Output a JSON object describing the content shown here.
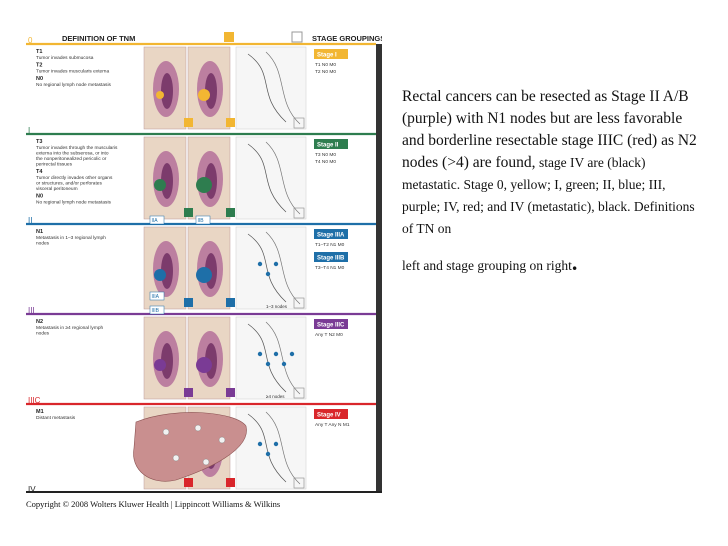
{
  "figure": {
    "header_left": "DEFINITION OF TNM",
    "header_right": "STAGE GROUPINGS",
    "stage_markers": [
      "0",
      "I",
      "II",
      "III",
      "IIIC",
      "IV"
    ],
    "rows": [
      {
        "color": "#f2b632",
        "definitions": [
          {
            "code": "T1",
            "text": "Tumor invades submucosa"
          },
          {
            "code": "T2",
            "text": "Tumor invades muscularis externa"
          },
          {
            "code": "N0",
            "text": "No regional lymph node metastasis"
          }
        ],
        "stage": "Stage I",
        "groups": [
          "T1  N0  M0",
          "T2  N0  M0"
        ]
      },
      {
        "color": "#2e7d4f",
        "definitions": [
          {
            "code": "T3",
            "text": "Tumor invades through the muscularis externa into the subserosa, or into the nonperitonealized pericolic or perirectal tissues"
          },
          {
            "code": "T4",
            "text": "Tumor directly invades other organs or structures, and/or perforates visceral peritoneum"
          },
          {
            "code": "N0",
            "text": "No regional lymph node metastasis"
          }
        ],
        "stage": "Stage II",
        "groups": [
          "T3  N0  M0",
          "T4  N0  M0"
        ]
      },
      {
        "color": "#1e6fa8",
        "definitions": [
          {
            "code": "N1",
            "text": "Metastasis in 1–3 regional lymph nodes"
          }
        ],
        "stage": "Stage IIIA",
        "groups": [
          "T1–T2  N1  M0"
        ],
        "stage2": "Stage IIIB",
        "groups2": [
          "T3–T4  N1  M0"
        ]
      },
      {
        "color": "#7a3b95",
        "definitions": [
          {
            "code": "N2",
            "text": "Metastasis in ≥4 regional lymph nodes"
          }
        ],
        "stage": "Stage IIIC",
        "groups": [
          "Any T  N2  M0"
        ]
      },
      {
        "color": "#d9262b",
        "definitions": [
          {
            "code": "M1",
            "text": "Distant metastasis"
          }
        ],
        "stage": "Stage IV",
        "groups": [
          "Any T  Any N  M1"
        ]
      }
    ],
    "badges": [
      "IIA",
      "IIB",
      "IIIA",
      "IIIB"
    ],
    "node_labels": [
      "1–3 nodes",
      "≥4 nodes"
    ]
  },
  "caption": {
    "line_big": "Rectal cancers can be resected as Stage II A/B (purple) with N1 nodes but are less favorable and borderline resectable stage IIIC (red) as N2 nodes (>4) are found,",
    "line_small": " stage IV are (black) metastatic. Stage 0, yellow; I, green; II, blue; III, purple; IV, red; and IV (metastatic), black. Definitions of TN on",
    "line_tail": "left and stage grouping on right",
    "period": "."
  },
  "copyright": "Copyright © 2008 Wolters Kluwer Health | Lippincott Williams & Wilkins"
}
